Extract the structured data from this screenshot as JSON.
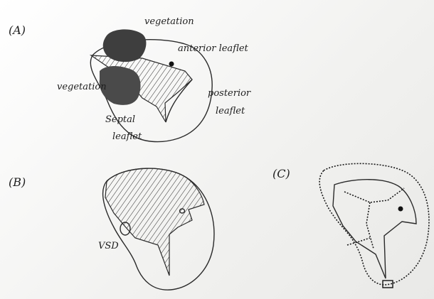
{
  "panels": {
    "a": {
      "label": "(A)",
      "labels": {
        "vegetation_top": "vegetation",
        "vegetation_left": "vegetation",
        "anterior": "anterior leaflet",
        "posterior_1": "posterior",
        "posterior_2": "leaflet",
        "septal_1": "Septal",
        "septal_2": "leaflet"
      }
    },
    "b": {
      "label": "(B)",
      "labels": {
        "vsd": "VSD"
      }
    },
    "c": {
      "label": "(C)"
    }
  },
  "colors": {
    "ink": "#2a2a2a",
    "vegetation": "#4a4a4a",
    "paper": "#f6f6f4"
  }
}
